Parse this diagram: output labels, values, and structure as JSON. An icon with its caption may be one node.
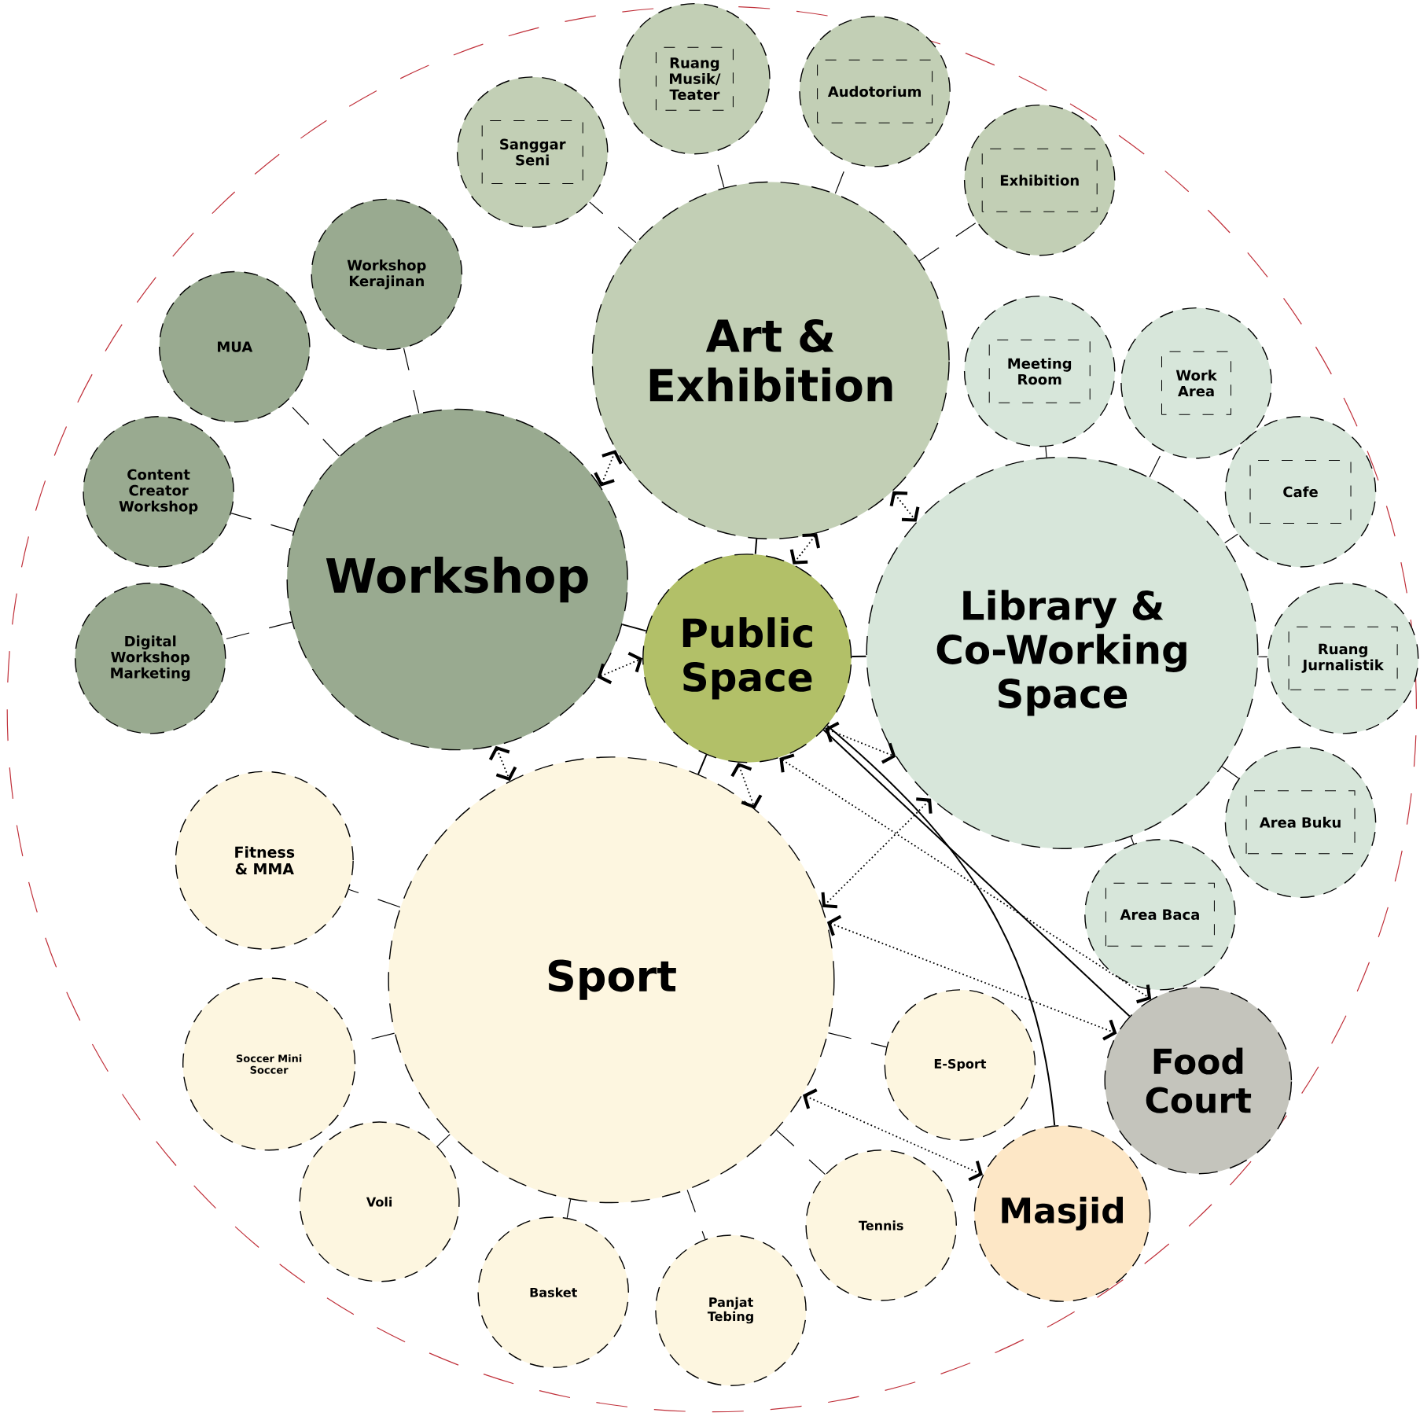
{
  "diagram": {
    "nodes": [
      {
        "text": [
          "Public Space"
        ]
      },
      {
        "text": [
          "Art & Exhibition"
        ]
      },
      {
        "text": [
          "Workshop"
        ]
      },
      {
        "text": [
          "Library & Co-Working Space"
        ]
      },
      {
        "text": [
          "Sport"
        ]
      },
      {
        "text": [
          "Food Court"
        ]
      },
      {
        "text": [
          "Masjid"
        ]
      },
      {
        "text": [
          "Sanggar Seni"
        ]
      },
      {
        "text": [
          "Ruang Musik/ Teater"
        ]
      },
      {
        "text": [
          "Audotorium"
        ]
      },
      {
        "text": [
          "Exhibition"
        ]
      },
      {
        "text": [
          "Workshop Kerajinan"
        ]
      },
      {
        "text": [
          "MUA"
        ]
      },
      {
        "text": [
          "Content Creator Workshop"
        ]
      },
      {
        "text": [
          "Digital Workshop Marketing"
        ]
      },
      {
        "text": [
          "Meeting Room"
        ]
      },
      {
        "text": [
          "Work Area"
        ]
      },
      {
        "text": [
          "Cafe"
        ]
      },
      {
        "text": [
          "Ruang Jurnalistik"
        ]
      },
      {
        "text": [
          "Area Buku"
        ]
      },
      {
        "text": [
          "Area Baca"
        ]
      },
      {
        "text": [
          "Fitness & MMA"
        ]
      },
      {
        "text": [
          "Soccer Mini Soccer"
        ]
      },
      {
        "text": [
          "Voli"
        ]
      },
      {
        "text": [
          "Basket"
        ]
      },
      {
        "text": [
          "Panjat Tebing"
        ]
      },
      {
        "text": [
          "Tennis"
        ]
      },
      {
        "text": [
          "E-Sport"
        ]
      }
    ],
    "edges": [
      {
        "from": 0,
        "to": 1,
        "arrow": "none"
      },
      {
        "from": 0,
        "to": 2,
        "arrow": "none"
      },
      {
        "from": 0,
        "to": 3,
        "arrow": "none"
      },
      {
        "from": 0,
        "to": 4,
        "arrow": "none"
      },
      {
        "from": 0,
        "to": 5,
        "arrow": "none"
      },
      {
        "from": 0,
        "to": 6,
        "arrow": "none"
      },
      {
        "from": 1,
        "to": 7,
        "arrow": "none",
        "style": "dashed"
      },
      {
        "from": 1,
        "to": 8,
        "arrow": "none",
        "style": "dashed"
      },
      {
        "from": 1,
        "to": 9,
        "arrow": "none",
        "style": "dashed"
      },
      {
        "from": 1,
        "to": 10,
        "arrow": "none",
        "style": "dashed"
      },
      {
        "from": 2,
        "to": 11,
        "arrow": "none",
        "style": "dashed"
      },
      {
        "from": 2,
        "to": 12,
        "arrow": "none",
        "style": "dashed"
      },
      {
        "from": 2,
        "to": 13,
        "arrow": "none",
        "style": "dashed"
      },
      {
        "from": 2,
        "to": 14,
        "arrow": "none",
        "style": "dashed"
      },
      {
        "from": 3,
        "to": 15,
        "arrow": "none",
        "style": "dashed"
      },
      {
        "from": 3,
        "to": 16,
        "arrow": "none",
        "style": "dashed"
      },
      {
        "from": 3,
        "to": 17,
        "arrow": "none",
        "style": "dashed"
      },
      {
        "from": 3,
        "to": 18,
        "arrow": "none",
        "style": "dashed"
      },
      {
        "from": 3,
        "to": 19,
        "arrow": "none",
        "style": "dashed"
      },
      {
        "from": 3,
        "to": 20,
        "arrow": "none",
        "style": "dashed"
      },
      {
        "from": 4,
        "to": 21,
        "arrow": "none",
        "style": "dashed"
      },
      {
        "from": 4,
        "to": 22,
        "arrow": "none",
        "style": "dashed"
      },
      {
        "from": 4,
        "to": 23,
        "arrow": "none",
        "style": "dashed"
      },
      {
        "from": 4,
        "to": 24,
        "arrow": "none",
        "style": "dashed"
      },
      {
        "from": 4,
        "to": 25,
        "arrow": "none",
        "style": "dashed"
      },
      {
        "from": 4,
        "to": 26,
        "arrow": "none",
        "style": "dashed"
      },
      {
        "from": 4,
        "to": 27,
        "arrow": "none",
        "style": "dashed"
      },
      {
        "from": 2,
        "to": 1,
        "arrow": "both",
        "style": "dashed"
      },
      {
        "from": 1,
        "to": 0,
        "arrow": "both",
        "style": "dashed"
      },
      {
        "from": 1,
        "to": 3,
        "arrow": "both",
        "style": "dashed"
      },
      {
        "from": 2,
        "to": 0,
        "arrow": "both",
        "style": "dashed"
      },
      {
        "from": 0,
        "to": 3,
        "arrow": "both",
        "style": "dashed"
      },
      {
        "from": 2,
        "to": 4,
        "arrow": "both",
        "style": "dashed"
      },
      {
        "from": 0,
        "to": 4,
        "arrow": "both",
        "style": "dashed"
      },
      {
        "from": 3,
        "to": 4,
        "arrow": "both",
        "style": "dashed"
      },
      {
        "from": 0,
        "to": 5,
        "arrow": "both",
        "style": "dashed"
      },
      {
        "from": 4,
        "to": 5,
        "arrow": "both",
        "style": "dashed"
      },
      {
        "from": 4,
        "to": 6,
        "arrow": "both",
        "style": "dashed"
      }
    ]
  }
}
